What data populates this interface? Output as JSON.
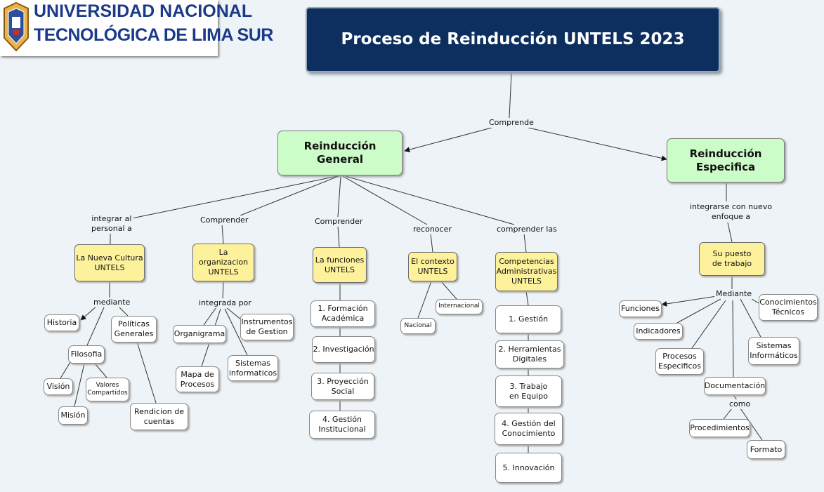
{
  "logo": {
    "line1": "UNIVERSIDAD NACIONAL",
    "line2": "TECNOLÓGICA DE LIMA SUR"
  },
  "title": "Proceso de Reinducción UNTELS 2023",
  "level1_label": "Comprende",
  "general": {
    "title": "Reinducción\nGeneral",
    "links": [
      "integrar al\npersonal a",
      "Comprender",
      "Comprender",
      "reconocer",
      "comprender las"
    ],
    "nueva_cultura": "La Nueva Cultura\nUNTELS",
    "mediante": "mediante",
    "historia": "Historia",
    "politicas": "Políticas\nGenerales",
    "filosofia": "Filosofia",
    "vision": "Visión",
    "valores": "Valores\nCompartidos",
    "mision": "Misión",
    "rendicion": "Rendicion de\ncuentas",
    "organizacion": "La organizacion\nUNTELS",
    "integrada_por": "integrada por",
    "organigrama": "Organigrama",
    "instrumentos": "Instrumentos\nde Gestion",
    "mapa": "Mapa de\nProcesos",
    "sistemas_inf": "Sistemas\ninformaticos",
    "funciones": "La funciones\nUNTELS",
    "funciones_items": [
      "1. Formación\nAcadémica",
      "2. Investigación",
      "3. Proyección\nSocial",
      "4. Gestión\nInstitucional"
    ],
    "contexto": "El contexto\nUNTELS",
    "internacional": "Internacional",
    "nacional": "Nacional",
    "competencias": "Competencias\nAdministrativas\nUNTELS",
    "competencias_items": [
      "1. Gestión",
      "2. Herramientas\nDigitales",
      "3. Trabajo\nen Equipo",
      "4. Gestión del\nConocimiento",
      "5. Innovación"
    ]
  },
  "especifica": {
    "title": "Reinducción\nEspecifica",
    "link": "integrarse con nuevo\nenfoque a",
    "puesto": "Su puesto\nde trabajo",
    "mediante": "Mediante",
    "funciones": "Funciones",
    "conocimientos": "Conocimientos\nTécnicos",
    "indicadores": "Indicadores",
    "sistemas": "Sistemas\nInformáticos",
    "procesos": "Procesos\nEspecificos",
    "documentacion": "Documentación",
    "como": "como",
    "procedimientos": "Procedimientos",
    "formato": "Formato"
  }
}
